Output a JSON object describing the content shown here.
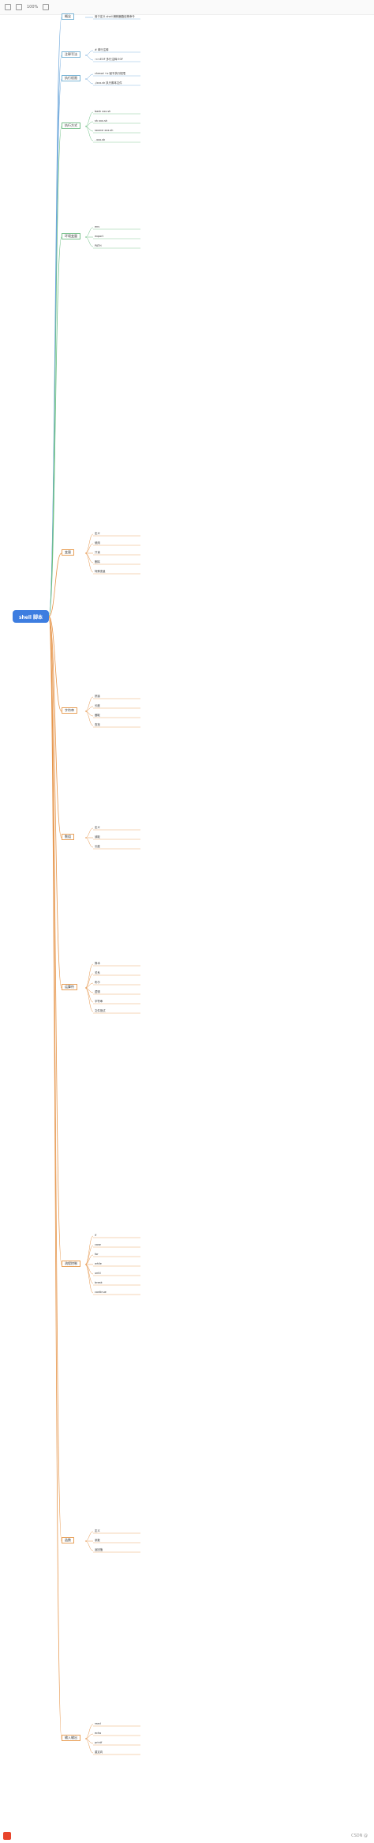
{
  "toolbar": {
    "zoom": "100%",
    "icons": [
      "back-icon",
      "zoom-icon",
      "fit-icon"
    ]
  },
  "root": {
    "label": "shell 脚本"
  },
  "colors": {
    "root": "#3d7de0",
    "blue_branch": "#6fa8dc",
    "green_branch": "#6cbf83",
    "orange_branch": "#e6954a",
    "highlight_text": "#d21f1f"
  },
  "branches": [
    {
      "label": "概念",
      "children": [
        "用于定义 shell 解释器路径等命令"
      ]
    },
    {
      "label": "注释写法",
      "children": [
        "# 单行注释",
        ":<<EOF 多行注释 EOF"
      ]
    },
    {
      "label": "执行权限",
      "children": [
        "chmod +x 赋予执行权限",
        "./xxx.sh 执行脚本文件"
      ]
    },
    {
      "label": "执行方式",
      "children": [
        "bash xxx.sh",
        "sh xxx.sh",
        "source xxx.sh",
        ". xxx.sh"
      ]
    },
    {
      "label": "环境变量",
      "children": [
        "env",
        "export",
        "PATH"
      ]
    },
    {
      "label": "变量",
      "children": [
        "定义",
        "使用",
        "只读",
        "删除",
        "特殊变量"
      ]
    },
    {
      "label": "字符串",
      "children": [
        "拼接",
        "长度",
        "截取",
        "查找"
      ]
    },
    {
      "label": "数组",
      "children": [
        "定义",
        "读取",
        "长度"
      ]
    },
    {
      "label": "运算符",
      "children": [
        "算术",
        "关系",
        "布尔",
        "逻辑",
        "字符串",
        "文件测试"
      ]
    },
    {
      "label": "流程控制",
      "children": [
        "if",
        "case",
        "for",
        "while",
        "until",
        "break",
        "continue"
      ]
    },
    {
      "label": "函数",
      "children": [
        "定义",
        "参数",
        "返回值"
      ]
    },
    {
      "label": "输入输出",
      "children": [
        "read",
        "echo",
        "printf",
        "重定向"
      ]
    }
  ],
  "watermark": "CSDN @"
}
